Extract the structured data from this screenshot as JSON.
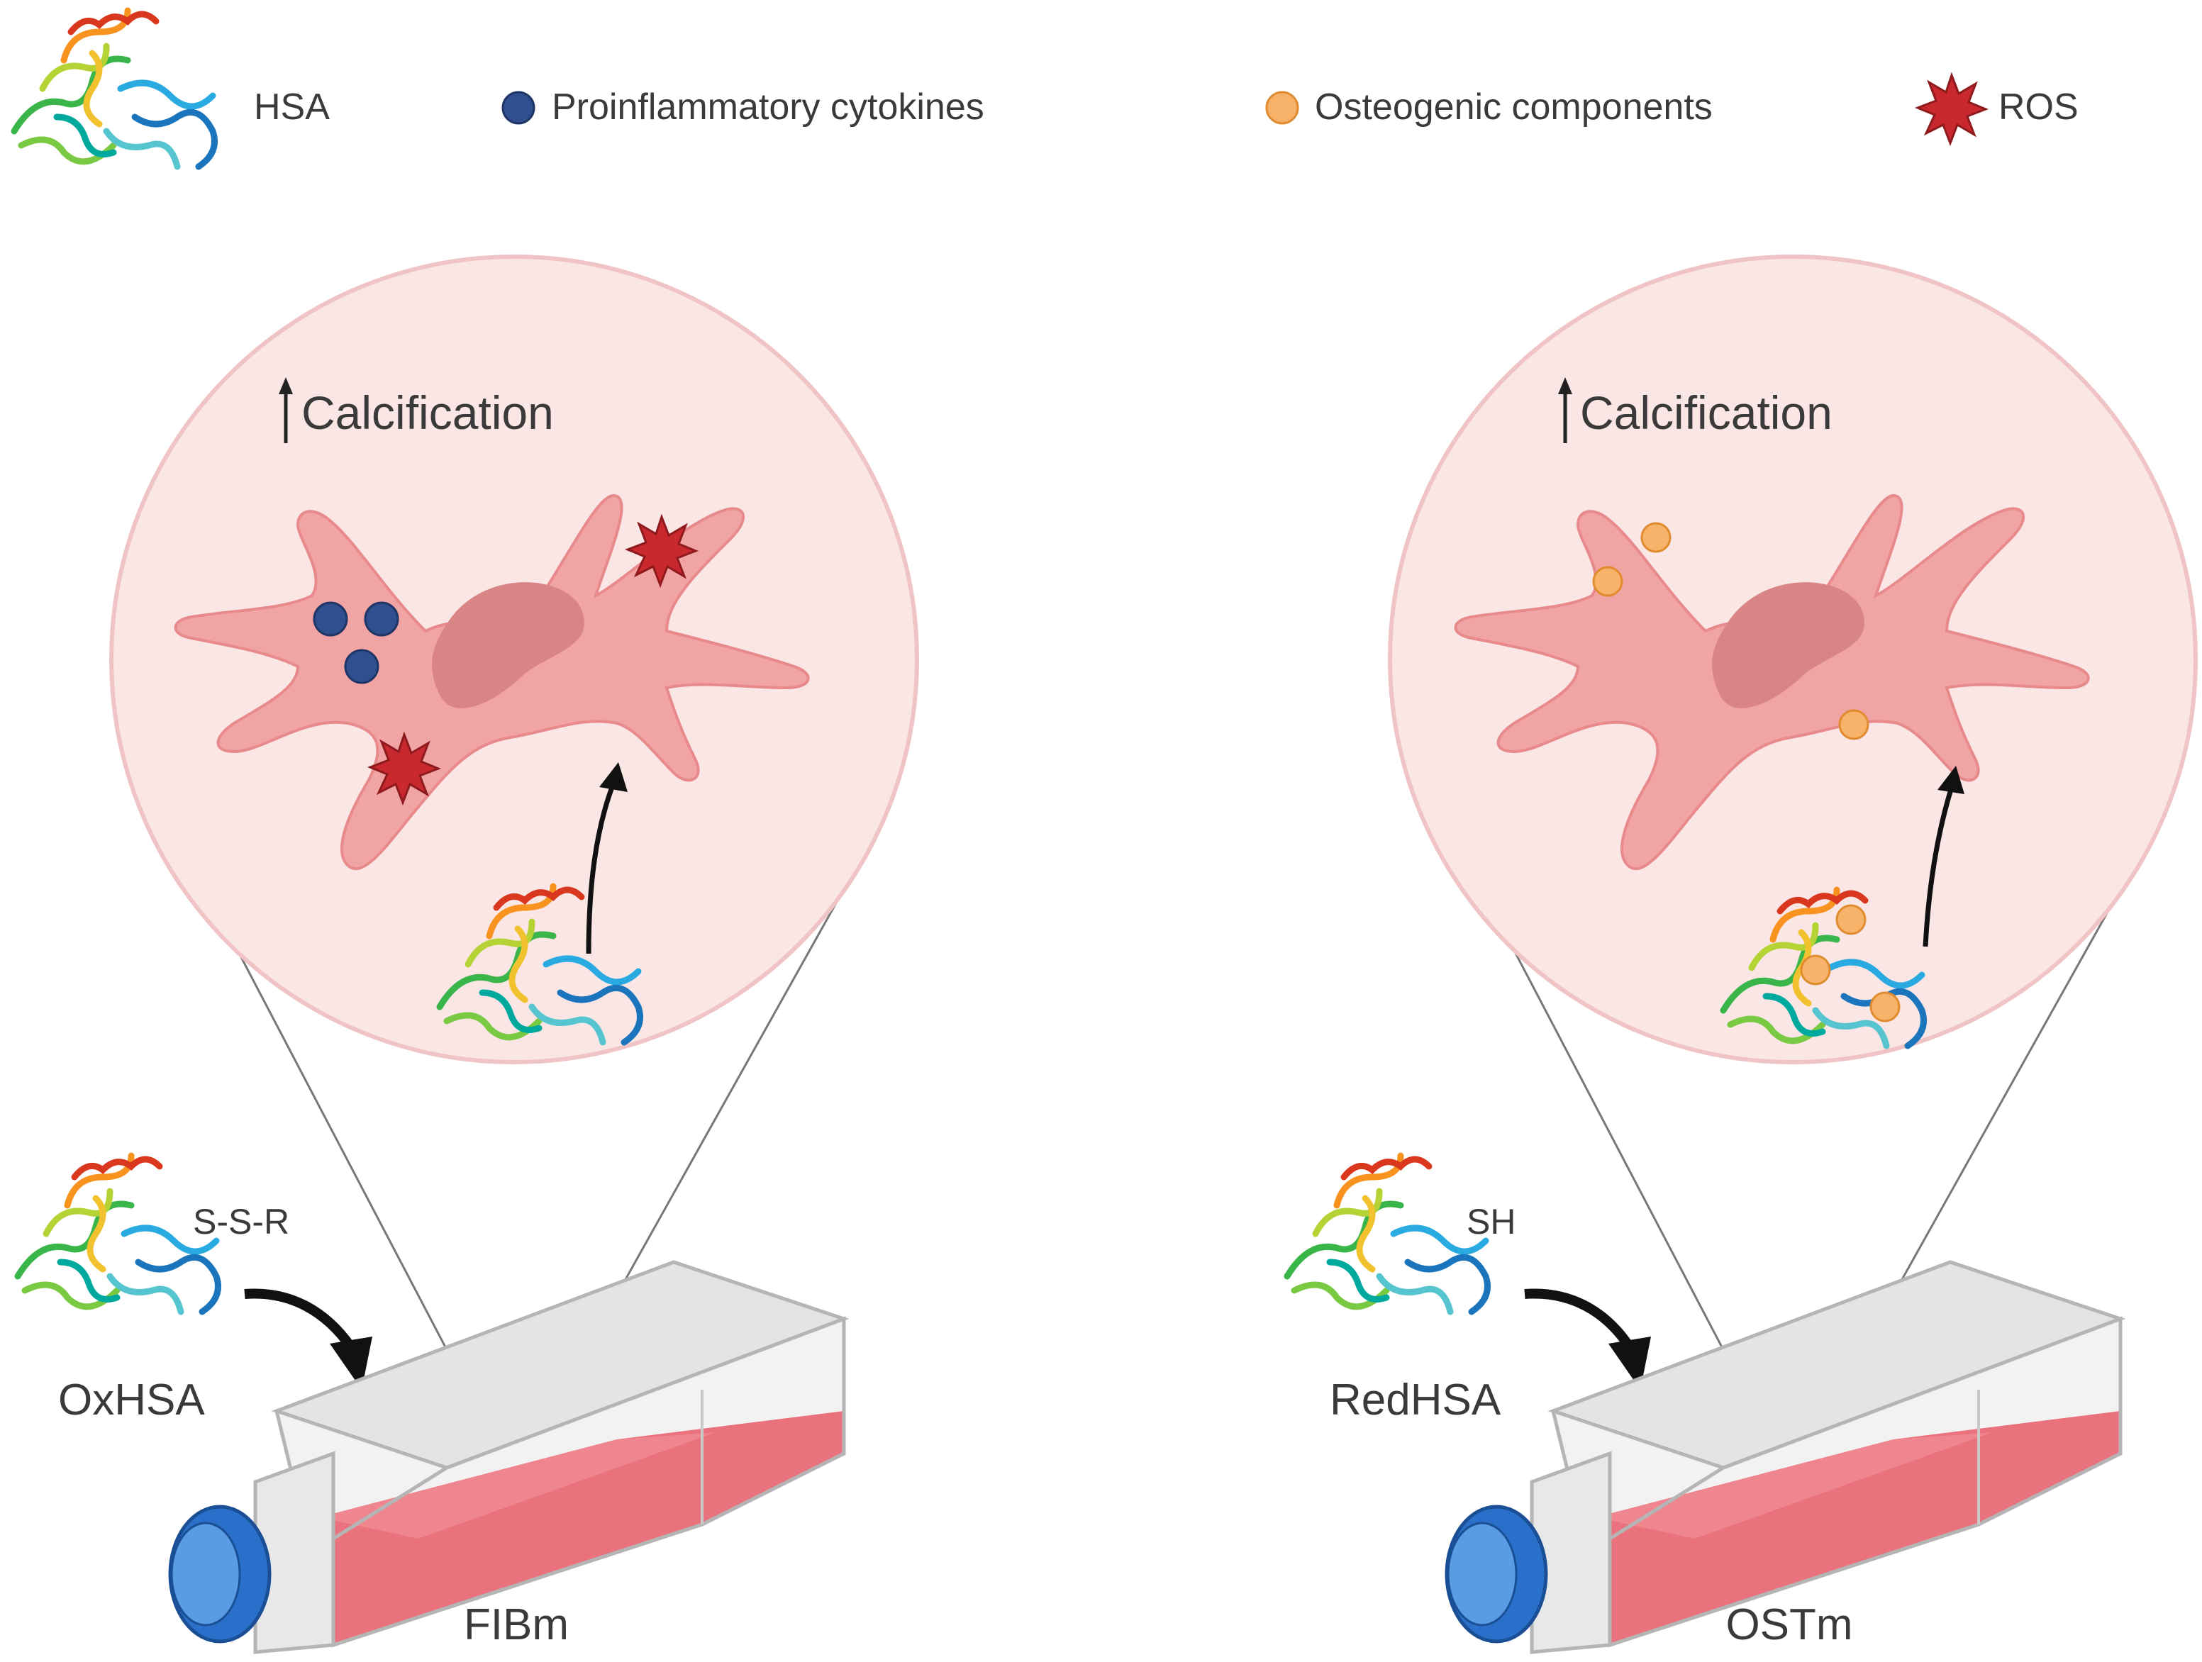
{
  "legend": {
    "hsa": "HSA",
    "cytokines": "Proinflammatory cytokines",
    "osteogenic": "Osteogenic components",
    "ros": "ROS"
  },
  "left_panel": {
    "effect_label": "Calcification",
    "effect_direction": "up",
    "protein_label": "OxHSA",
    "protein_group": "S-S-R",
    "medium_label": "FIBm"
  },
  "right_panel": {
    "effect_label": "Calcification",
    "effect_direction": "up",
    "protein_label": "RedHSA",
    "protein_group": "SH",
    "medium_label": "OSTm"
  },
  "colors": {
    "cell_fill": "#f0a4a4",
    "cell_stroke": "#e8898b",
    "nucleus": "#d98585",
    "zoom_circle": "#fbe6e6",
    "cytokine": "#2f4f8f",
    "osteogenic": "#f7b36a",
    "ros": "#c8282e",
    "medium": "#e85c68",
    "cap": "#2a6fc9",
    "flask_glass": "#e9e9e9"
  }
}
